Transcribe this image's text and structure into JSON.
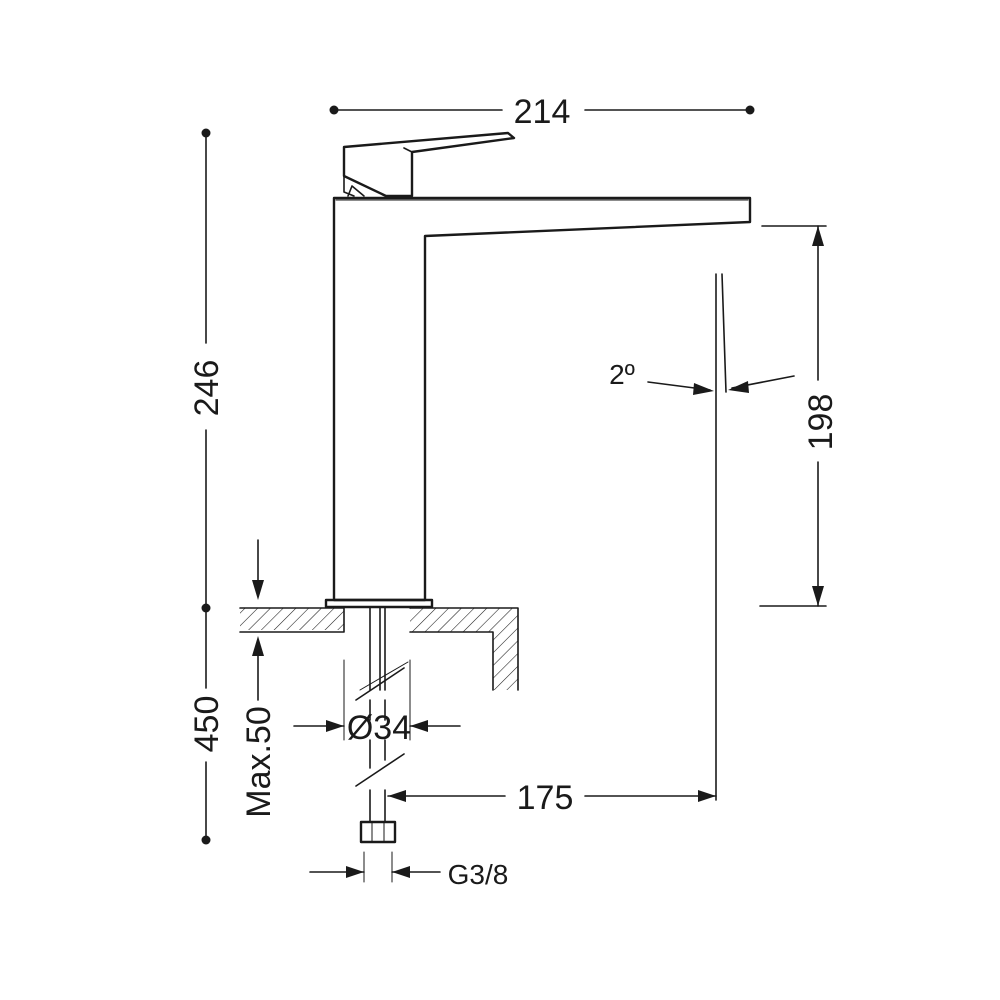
{
  "diagram": {
    "dimensions": {
      "overall_width": "214",
      "overall_height": "246",
      "spout_height": "198",
      "spout_reach": "175",
      "spout_angle": "2º",
      "hose_length": "450",
      "max_counter_thickness": "Max.50",
      "hole_diameter": "Ø34",
      "connection_thread": "G3/8"
    }
  }
}
